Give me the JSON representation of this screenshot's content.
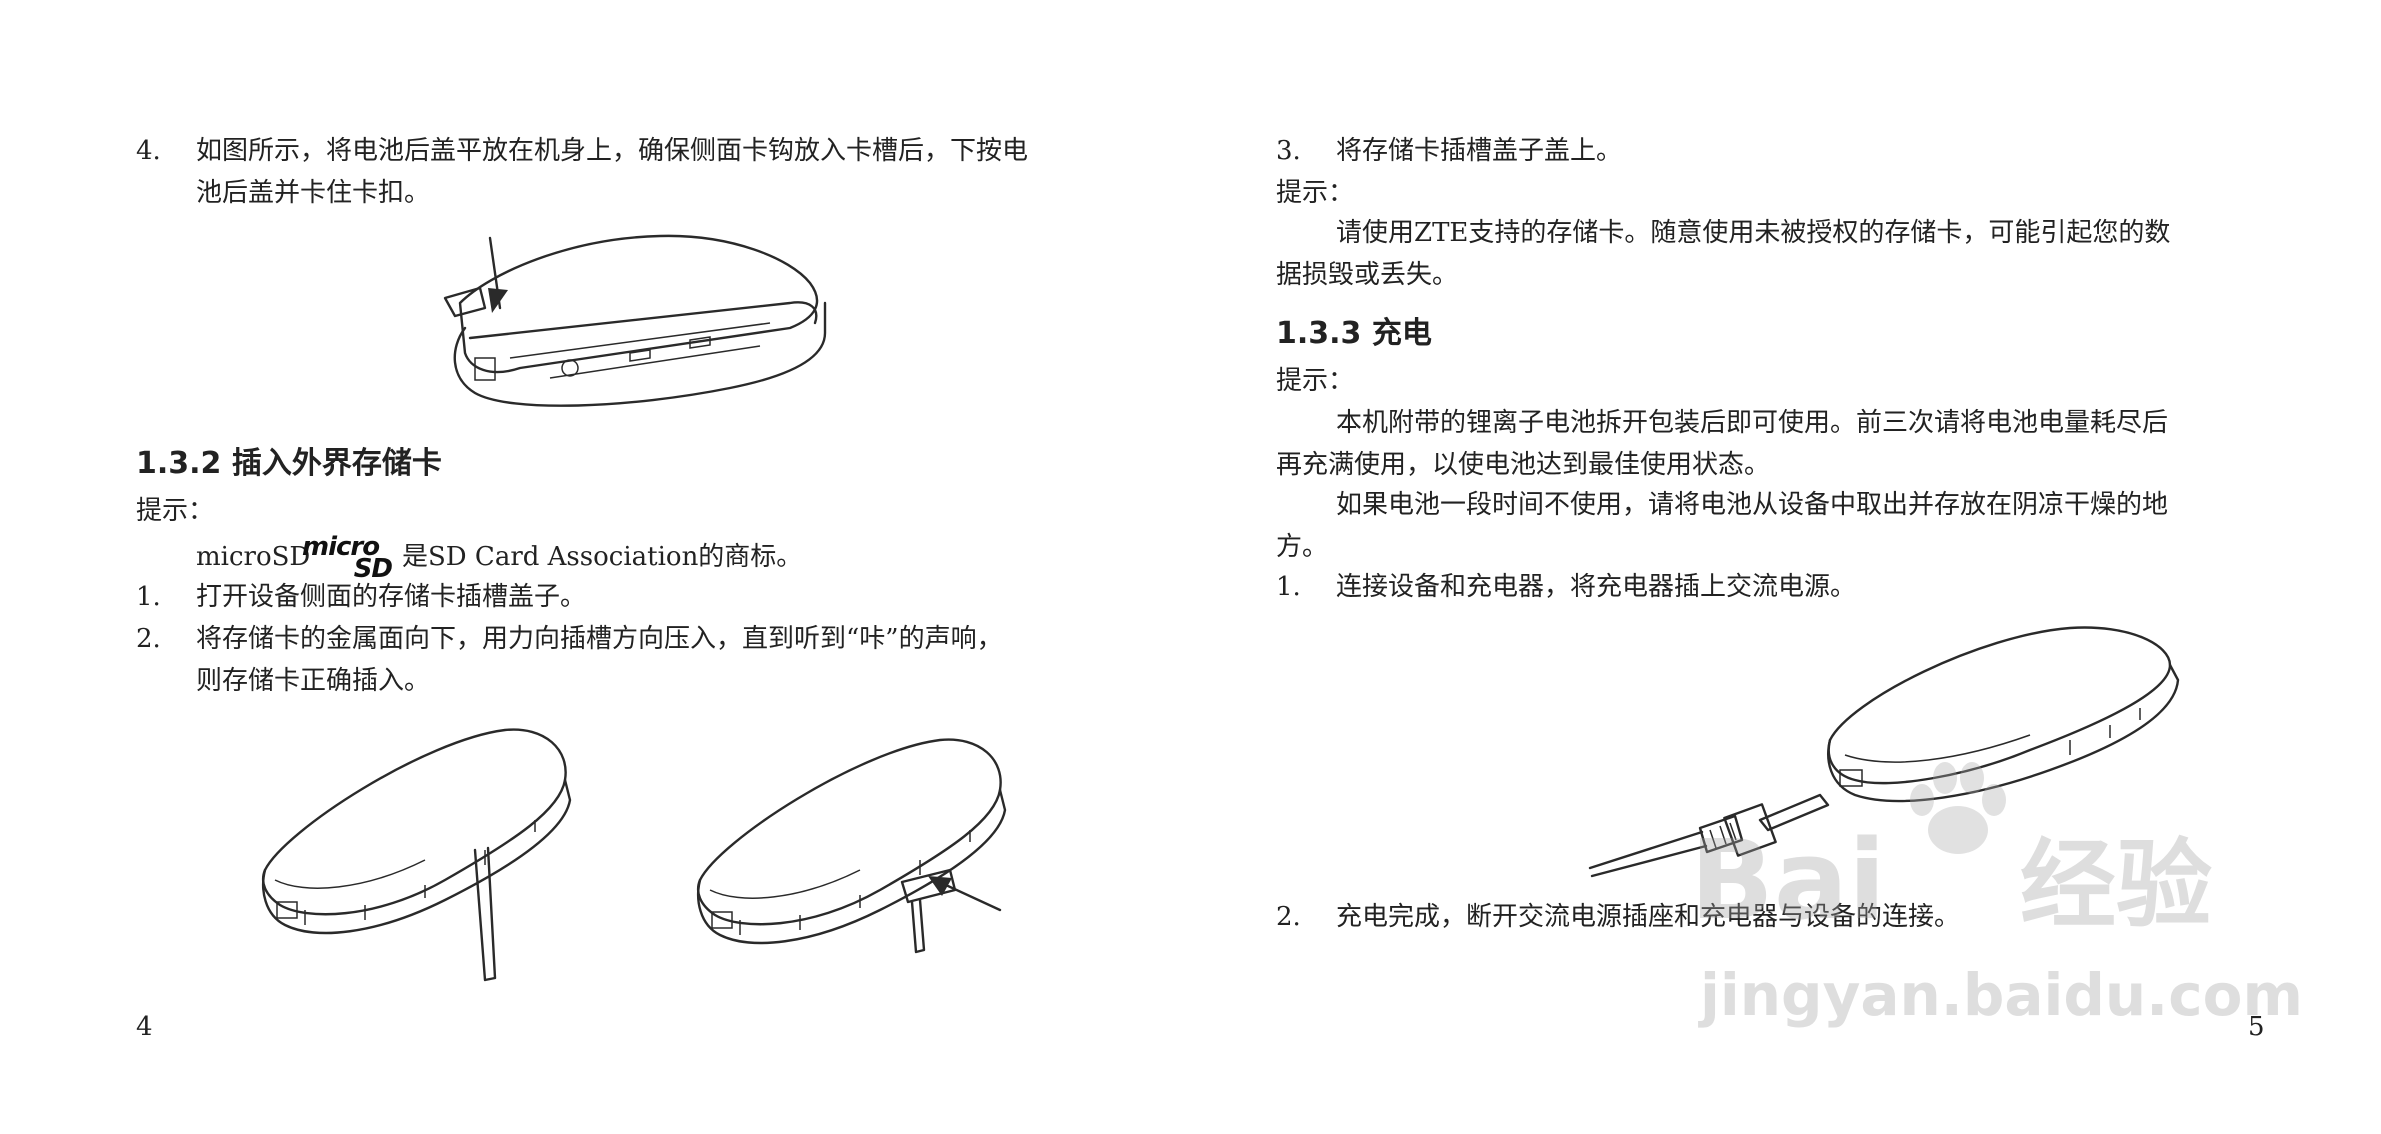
{
  "left": {
    "step4_num": "4.",
    "step4_line1": "如图所示，将电池后盖平放在机身上，确保侧面卡钩放入卡槽后，下按电",
    "step4_line2": "池后盖并卡住卡扣。",
    "section_heading": "1.3.2 插入外界存储卡",
    "tip_label": "提示：",
    "microsd_prefix": "microSD",
    "microsd_logo_text": "micro SD",
    "microsd_suffix": "是SD Card Association的商标。",
    "step1_num": "1.",
    "step1_text": "打开设备侧面的存储卡插槽盖子。",
    "step2_num": "2.",
    "step2_line1": "将存储卡的金属面向下，用力向插槽方向压入，直到听到“咔”的声响，",
    "step2_line2": "则存储卡正确插入。",
    "page_number": "4"
  },
  "right": {
    "step3_num": "3.",
    "step3_text": "将存储卡插槽盖子盖上。",
    "tip1_label": "提示：",
    "tip1_line1": "请使用ZTE支持的存储卡。随意使用未被授权的存储卡，可能引起您的数",
    "tip1_line2": "据损毁或丢失。",
    "section_heading": "1.3.3 充电",
    "tip2_label": "提示：",
    "tip2_p1_line1": "本机附带的锂离子电池拆开包装后即可使用。前三次请将电池电量耗尽后",
    "tip2_p1_line2": "再充满使用，以使电池达到最佳使用状态。",
    "tip2_p2_line1": "如果电池一段时间不使用，请将电池从设备中取出并存放在阴凉干燥的地",
    "tip2_p2_line2": "方。",
    "step1_num": "1.",
    "step1_text": "连接设备和充电器，将充电器插上交流电源。",
    "step2_num": "2.",
    "step2_text": "充电完成，断开交流电源插座和充电器与设备的连接。",
    "page_number": "5"
  },
  "watermark": {
    "brand": "Bai",
    "brand_suffix": "经验",
    "url": "jingyan.baidu.com"
  }
}
